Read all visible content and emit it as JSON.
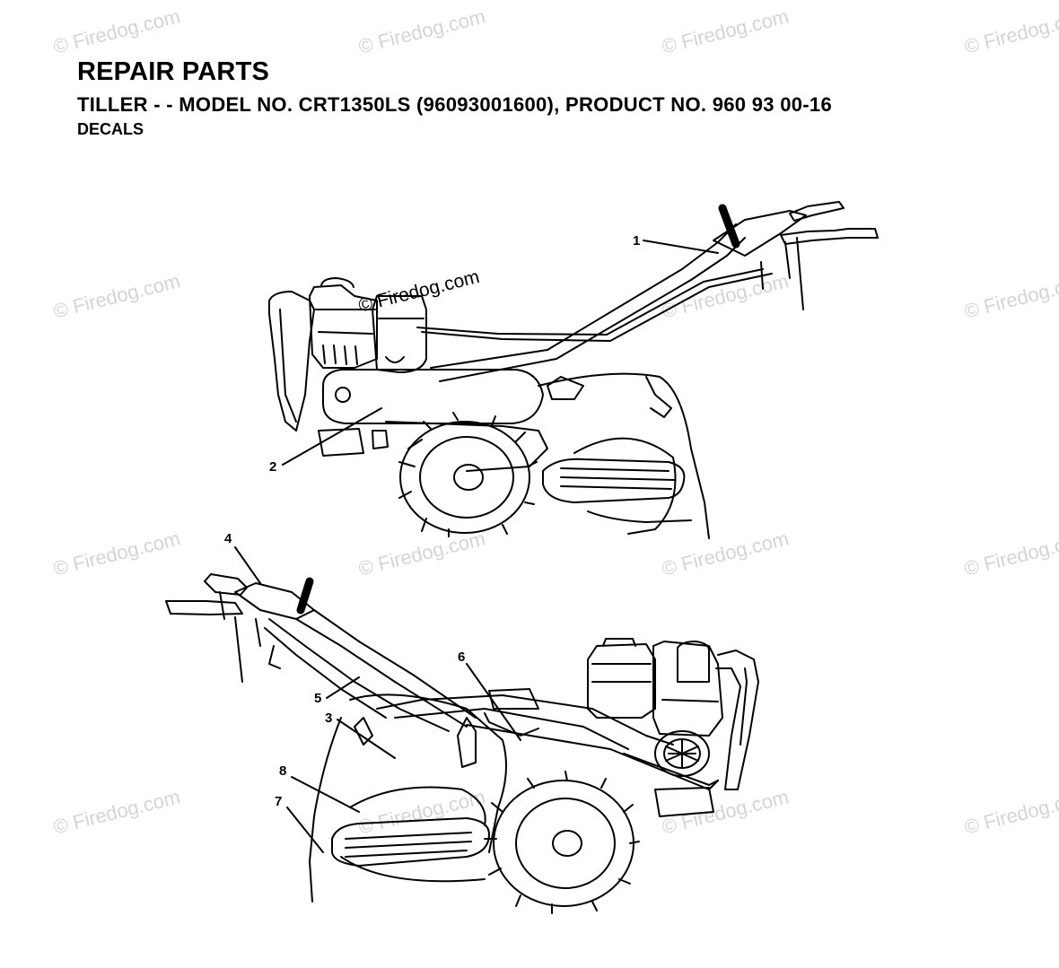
{
  "header": {
    "title": "REPAIR PARTS",
    "subtitle": "TILLER - - MODEL NO. CRT1350LS (96093001600), PRODUCT NO. 960 93 00-16",
    "section": "DECALS"
  },
  "watermark": {
    "text": "© Firedog.com"
  },
  "callouts": [
    {
      "id": "1",
      "label": "1"
    },
    {
      "id": "2",
      "label": "2"
    },
    {
      "id": "3",
      "label": "3"
    },
    {
      "id": "4",
      "label": "4"
    },
    {
      "id": "5",
      "label": "5"
    },
    {
      "id": "6",
      "label": "6"
    },
    {
      "id": "7",
      "label": "7"
    },
    {
      "id": "8",
      "label": "8"
    }
  ]
}
